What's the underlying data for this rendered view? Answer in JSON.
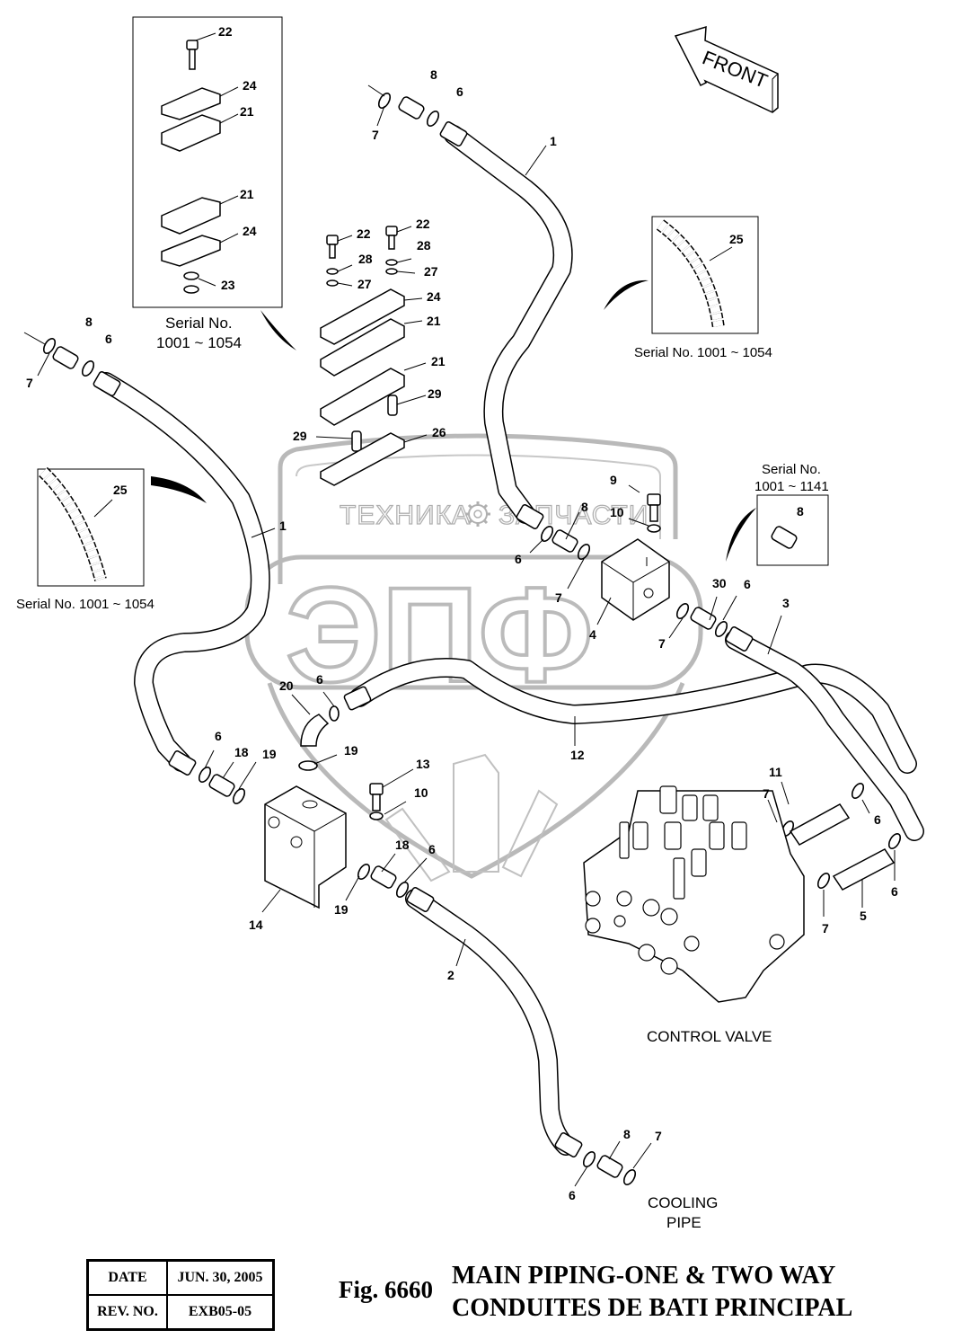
{
  "figure": {
    "number_label": "Fig. 6660",
    "title_en": "MAIN PIPING-ONE & TWO WAY",
    "title_fr": "CONDUITES DE BATI PRINCIPAL"
  },
  "title_block": {
    "date_label": "DATE",
    "date_value": "JUN. 30, 2005",
    "rev_label": "REV. NO.",
    "rev_value": "EXB05-05"
  },
  "orientation": {
    "label": "FRONT",
    "icon": "front-arrow-icon"
  },
  "watermark": {
    "left_text": "ТЕХНИКА",
    "right_text": "ЗАПЧАСТИ",
    "logo_letters": "ЭПФ",
    "icon": "gear-icon"
  },
  "captions": {
    "control_valve": "CONTROL VALVE",
    "cooling_pipe_line1": "COOLING",
    "cooling_pipe_line2": "PIPE"
  },
  "insets": [
    {
      "id": "clamp-inset",
      "serial_line1": "Serial No.",
      "serial_line2": "1001 ~ 1054",
      "callouts": [
        "22",
        "24",
        "21",
        "21",
        "24",
        "23"
      ]
    },
    {
      "id": "spiral-guard-inset-right",
      "serial": "Serial No. 1001 ~ 1054",
      "callouts": [
        "25"
      ]
    },
    {
      "id": "spiral-guard-inset-left",
      "serial": "Serial No. 1001 ~ 1054",
      "callouts": [
        "25"
      ]
    },
    {
      "id": "adapter-inset",
      "serial_line1": "Serial No.",
      "serial_line2": "1001 ~ 1141",
      "callouts": [
        "8"
      ]
    }
  ],
  "callouts": {
    "clamp_inset": {
      "c22": "22",
      "c24a": "24",
      "c21a": "21",
      "c21b": "21",
      "c24b": "24",
      "c23": "23"
    },
    "center_clamp": {
      "c22a": "22",
      "c22b": "22",
      "c28a": "28",
      "c28b": "28",
      "c27a": "27",
      "c27b": "27",
      "c24": "24",
      "c21a": "21",
      "c21b": "21",
      "c29a": "29",
      "c29b": "29",
      "c26": "26"
    },
    "top_hose": {
      "c8": "8",
      "c6": "6",
      "c7": "7",
      "c1": "1"
    },
    "left_hose": {
      "c8": "8",
      "c6": "6",
      "c7": "7",
      "c1": "1"
    },
    "right_inset": {
      "c25": "25"
    },
    "left_inset": {
      "c25": "25"
    },
    "block4": {
      "c9": "9",
      "c10": "10",
      "c8": "8",
      "c6a": "6",
      "c7a": "7",
      "c4": "4",
      "c7b": "7",
      "c30": "30",
      "c6b": "6",
      "c3": "3"
    },
    "adapter_inset": {
      "c8": "8"
    },
    "block14": {
      "c20": "20",
      "c6a": "6",
      "c19a": "19",
      "c6b": "6",
      "c18a": "18",
      "c19b": "19",
      "c13": "13",
      "c10": "10",
      "c18b": "18",
      "c6c": "6",
      "c19c": "19",
      "c14": "14",
      "c12": "12"
    },
    "valve": {
      "c11": "11",
      "c7a": "7",
      "c6a": "6",
      "c7b": "7",
      "c5": "5",
      "c6b": "6"
    },
    "bottom_hose": {
      "c2": "2",
      "c8": "8",
      "c7": "7",
      "c6": "6"
    }
  }
}
